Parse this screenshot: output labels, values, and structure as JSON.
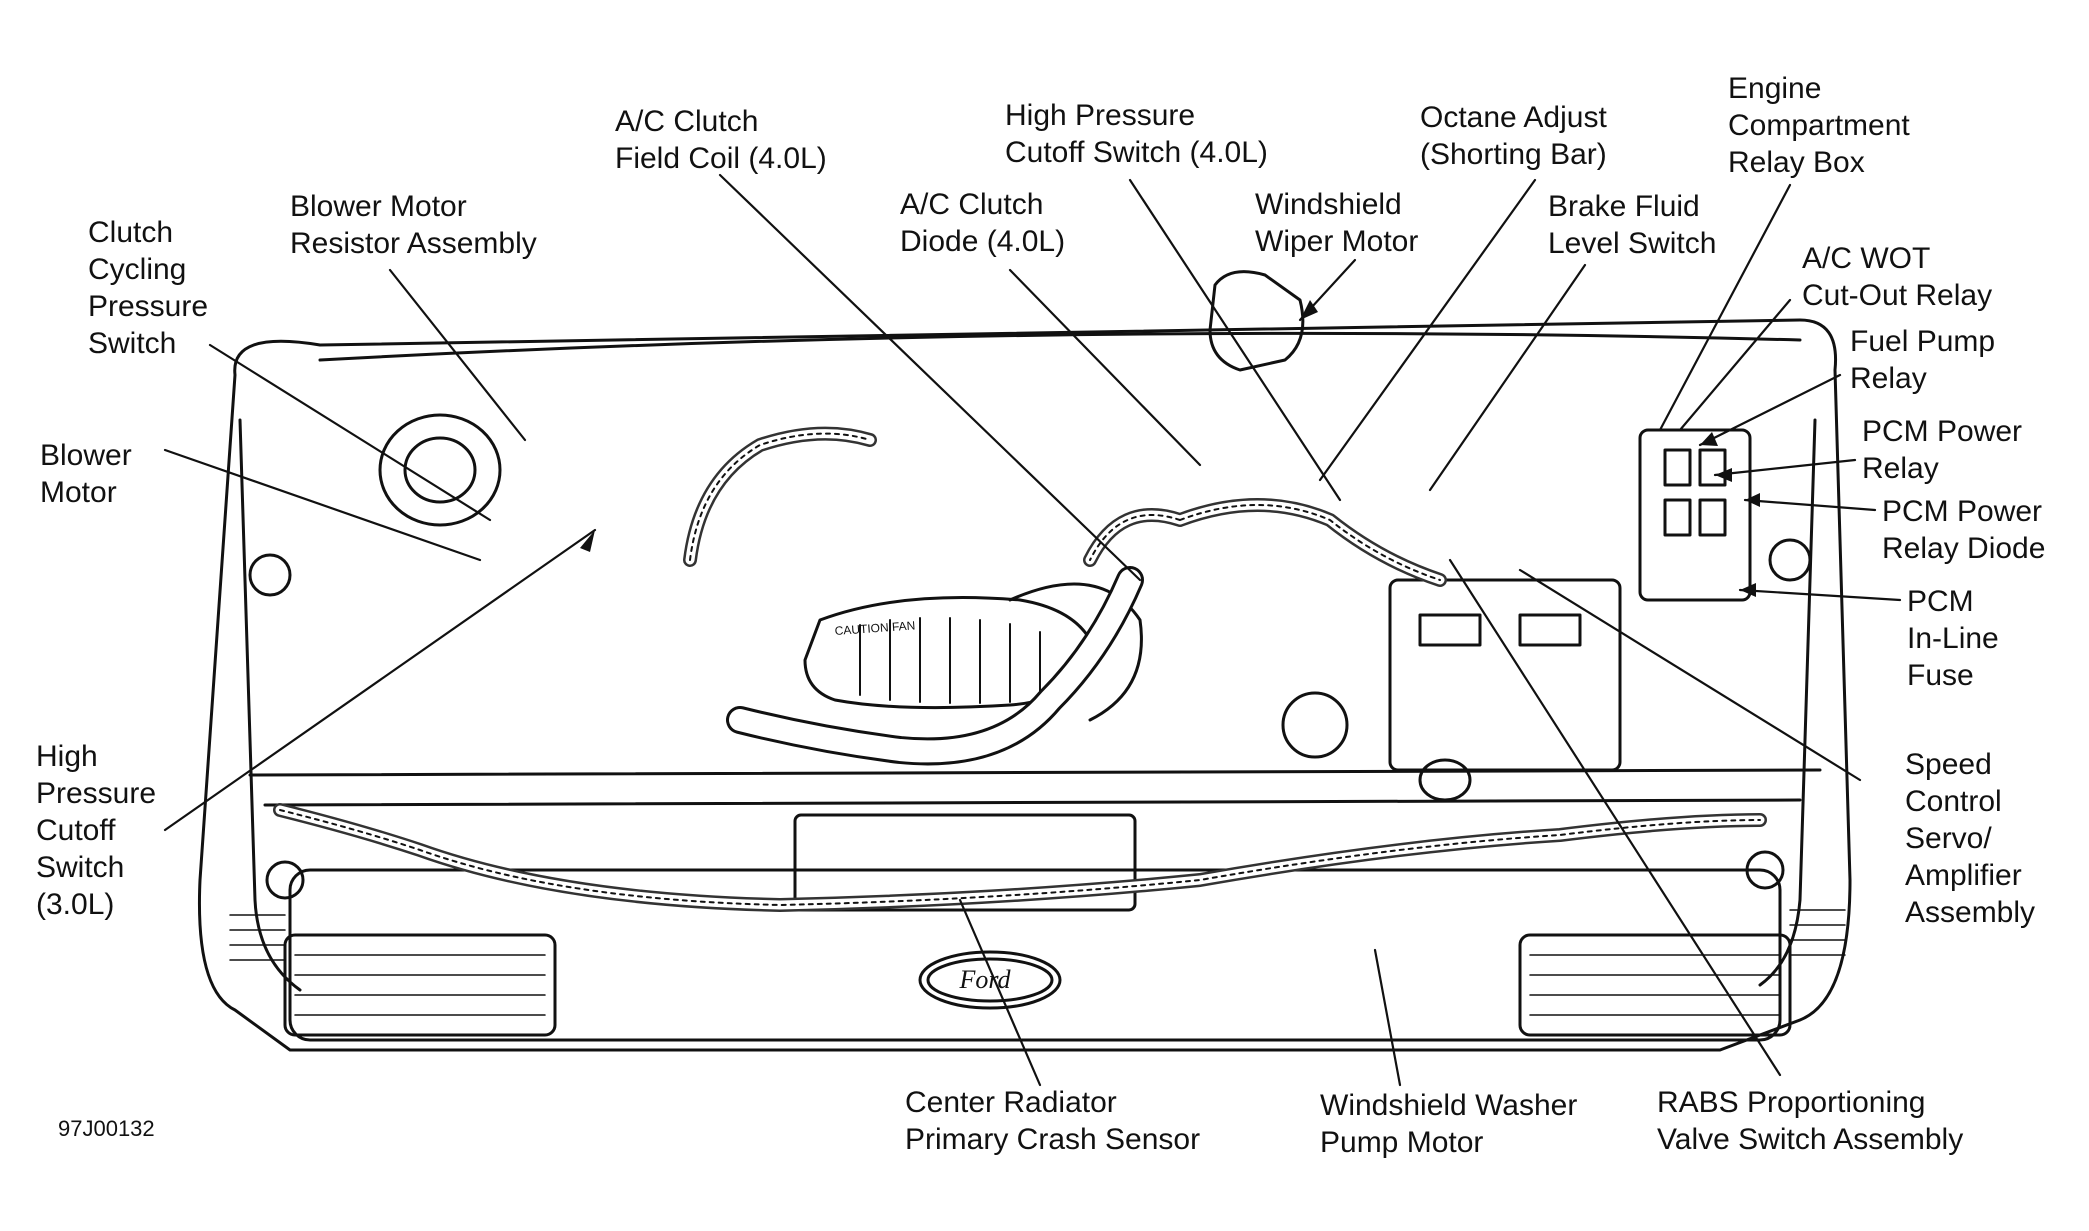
{
  "figure_code": "97J00132",
  "emblem_text": "Ford",
  "hose_text": "CAUTION FAN",
  "labels": {
    "clutch_cycling": [
      "Clutch",
      "Cycling",
      "Pressure",
      "Switch"
    ],
    "blower_resistor": [
      "Blower Motor",
      "Resistor Assembly"
    ],
    "ac_field_coil": [
      "A/C Clutch",
      "Field Coil (4.0L)"
    ],
    "ac_diode": [
      "A/C Clutch",
      "Diode (4.0L)"
    ],
    "hp_cutoff_40": [
      "High Pressure",
      "Cutoff Switch (4.0L)"
    ],
    "wiper_motor": [
      "Windshield",
      "Wiper Motor"
    ],
    "octane_adjust": [
      "Octane Adjust",
      "(Shorting Bar)"
    ],
    "brake_fluid": [
      "Brake Fluid",
      "Level Switch"
    ],
    "relay_box": [
      "Engine",
      "Compartment",
      "Relay Box"
    ],
    "ac_wot": [
      "A/C WOT",
      "Cut-Out Relay"
    ],
    "fuel_pump": [
      "Fuel Pump",
      "Relay"
    ],
    "pcm_power_relay": [
      "PCM Power",
      "Relay"
    ],
    "pcm_power_diode": [
      "PCM Power",
      "Relay Diode"
    ],
    "pcm_fuse": [
      "PCM",
      "In-Line",
      "Fuse"
    ],
    "blower_motor": [
      "Blower",
      "Motor"
    ],
    "hp_cutoff_30": [
      "High",
      "Pressure",
      "Cutoff",
      "Switch",
      "(3.0L)"
    ],
    "speed_control": [
      "Speed",
      "Control",
      "Servo/",
      "Amplifier",
      "Assembly"
    ],
    "crash_sensor": [
      "Center Radiator",
      "Primary Crash Sensor"
    ],
    "washer_pump": [
      "Windshield Washer",
      "Pump Motor"
    ],
    "rabs_valve": [
      "RABS Proportioning",
      "Valve Switch Assembly"
    ]
  }
}
